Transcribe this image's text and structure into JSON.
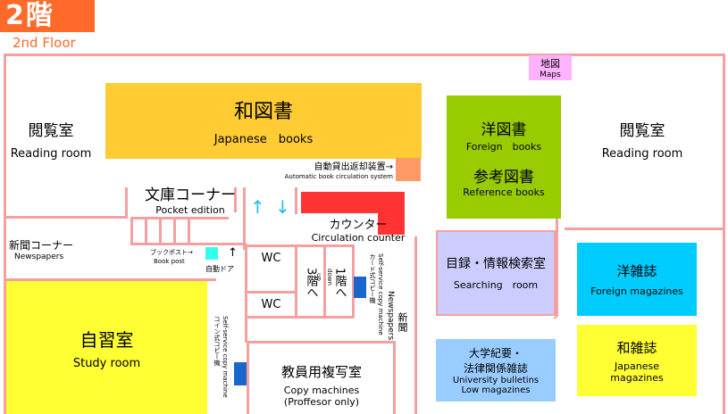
{
  "floor": {
    "title": "2階",
    "subtitle": "2nd Floor"
  },
  "colors": {
    "wall": "#f4a0a0",
    "japanese_books": "#ffcc33",
    "foreign_books": "#99cc00",
    "study_room": "#ffff33",
    "searching_room": "#ccccff",
    "foreign_magazines": "#00ccff",
    "japanese_magazines": "#ffff33",
    "bulletins": "#99ccff",
    "counter": "#ff3333",
    "auto_system": "#ff9966",
    "maps": "#ffb3ff",
    "book_post": "#33ffee",
    "copier": "#1a66cc"
  },
  "rooms": {
    "reading_left": {
      "jp": "閲覧室",
      "en": "Reading room"
    },
    "reading_right": {
      "jp": "閲覧室",
      "en": "Reading room"
    },
    "japanese_books": {
      "jp": "和図書",
      "en": "Japanese　books"
    },
    "foreign_books": {
      "jp": "洋図書",
      "en": "Foreign　books"
    },
    "reference_books": {
      "jp": "参考図書",
      "en": "Reference books"
    },
    "maps": {
      "jp": "地図",
      "en": "Maps"
    },
    "auto_system": {
      "jp": "自動貸出返却装置→",
      "en": "Automatic book circulation system"
    },
    "pocket": {
      "jp": "文庫コーナー",
      "en": "Pocket edition"
    },
    "counter": {
      "jp": "カウンター",
      "en": "Circulation counter"
    },
    "newspapers_corner": {
      "jp": "新聞コーナー",
      "en": "Newspapers"
    },
    "book_post": {
      "jp": "ブックポスト→",
      "en": "Book post"
    },
    "auto_door": {
      "jp": "自動ドア"
    },
    "wc_upper": "WC",
    "wc_lower": "WC",
    "stairs_down": {
      "jp": "1階へ",
      "en": "down"
    },
    "stairs_up": {
      "jp": "3階へ",
      "en": "up"
    },
    "copy_right": {
      "jp": "カード式コピー機",
      "en": "Self-service copy machine"
    },
    "copy_left": {
      "jp": "コイン式コピー機",
      "en": "Self-service copy machine"
    },
    "newspapers_vertical": {
      "jp": "新聞",
      "en": "Newspapers"
    },
    "study_room": {
      "jp": "自習室",
      "en": "Study room"
    },
    "staff_copy": {
      "jp": "教員用複写室",
      "en1": "Copy machines",
      "en2": "(Proffesor only)"
    },
    "searching": {
      "jp": "目録・情報検索室",
      "en": "Searching　room"
    },
    "foreign_magazines": {
      "jp": "洋雑誌",
      "en": "Foreign magazines"
    },
    "japanese_magazines": {
      "jp": "和雑誌",
      "en1": "Japanese",
      "en2": "magazines"
    },
    "bulletins": {
      "jp1": "大学紀要・",
      "jp2": "法律関係雑誌",
      "en1": "University bulletins",
      "en2": "Low magazines"
    }
  },
  "arrows": {
    "up": "↑",
    "down": "↓",
    "door": "↑"
  }
}
